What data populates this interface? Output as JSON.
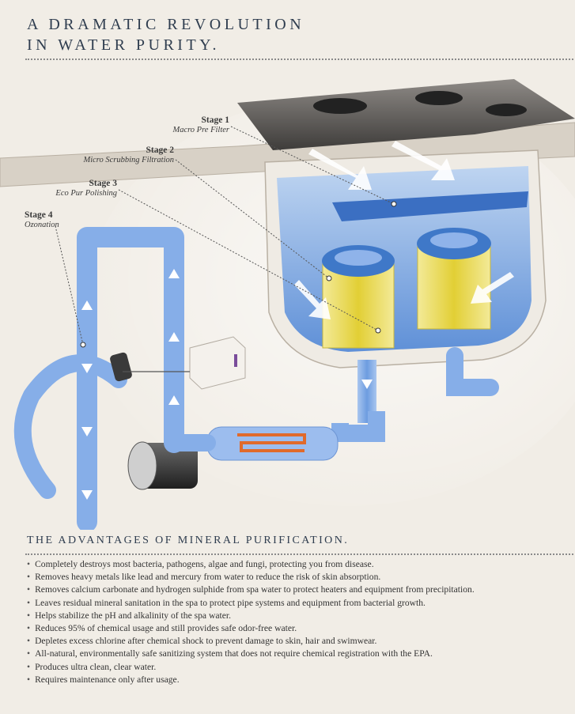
{
  "headline": {
    "line1": "A DRAMATIC REVOLUTION",
    "line2": "IN WATER PURITY."
  },
  "stages": [
    {
      "title": "Stage 1",
      "subtitle": "Macro Pre Filter"
    },
    {
      "title": "Stage 2",
      "subtitle": "Micro Scrubbing Filtration"
    },
    {
      "title": "Stage 3",
      "subtitle": "Eco Pur Polishing"
    },
    {
      "title": "Stage 4",
      "subtitle": "Ozonation"
    }
  ],
  "advantages": {
    "title": "THE ADVANTAGES OF MINERAL PURIFICATION.",
    "items": [
      "Completely destroys most bacteria, pathogens, algae and fungi, protecting you from disease.",
      "Removes heavy metals like lead and mercury from water to reduce the risk of skin absorption.",
      "Removes calcium carbonate and hydrogen sulphide from spa water to protect heaters and equipment from precipitation.",
      "Leaves residual mineral sanitation in the spa to protect pipe systems and equipment from bacterial growth.",
      "Helps stabilize the pH and alkalinity of the spa water.",
      "Reduces 95% of chemical usage and still provides safe odor-free water.",
      "Depletes excess chlorine after chemical shock to prevent damage to skin, hair and swimwear.",
      "All-natural, environmentally safe sanitizing system that does not require chemical registration with the EPA.",
      "Produces ultra clean, clear water.",
      "Requires maintenance only after usage."
    ]
  },
  "colors": {
    "background": "#f1ede6",
    "water": "#7aa7e3",
    "filter_cap": "#3f78c8",
    "filter_core": "#e8d84a"
  }
}
